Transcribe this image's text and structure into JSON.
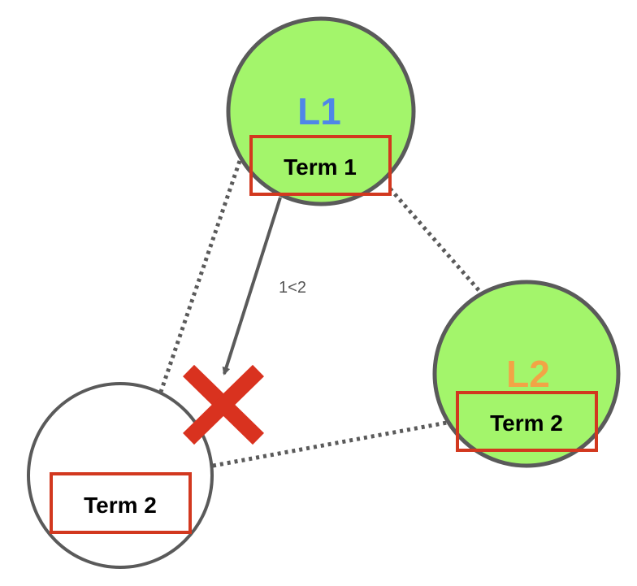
{
  "colors": {
    "node_fill_active": "#a3f56b",
    "node_fill_inactive": "#ffffff",
    "node_stroke": "#5a5a5a",
    "term_box_stroke": "#d2381f",
    "leader1_color": "#4f86e8",
    "leader2_color": "#f2a446",
    "cross_color": "#d9321f",
    "edge_color": "#5a5a5a"
  },
  "nodes": {
    "leader1": {
      "label": "L1",
      "term": "Term 1"
    },
    "leader2": {
      "label": "L2",
      "term": "Term 2"
    },
    "follower": {
      "term": "Term 2"
    }
  },
  "edges": {
    "vote_request_label": "1<2",
    "vote_rejected_icon": "x-icon"
  }
}
